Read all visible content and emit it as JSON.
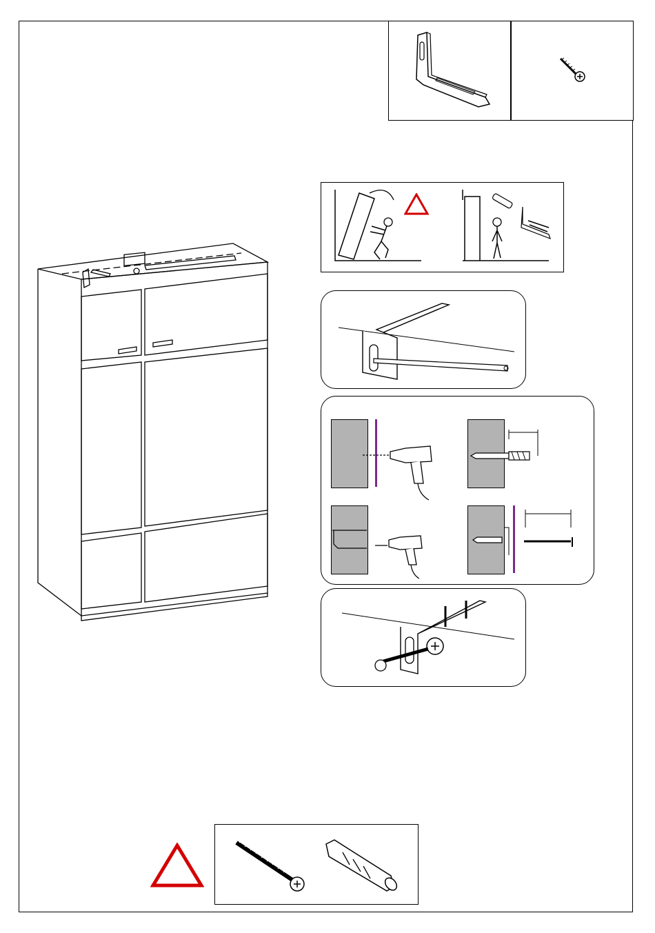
{
  "document": {
    "type": "assembly-instruction-page",
    "steps": [
      {
        "id": "parts",
        "icons": [
          "wall-bracket-icon",
          "wood-screw-icon"
        ]
      },
      {
        "id": "anti-tip-warning",
        "icons": [
          "tipping-cabinet-icon",
          "warning-triangle-icon",
          "person-wall-icon",
          "dowel-icon",
          "bracket-set-icon"
        ]
      },
      {
        "id": "mark-wall",
        "icons": [
          "bracket-on-wall-icon",
          "pencil-icon"
        ]
      },
      {
        "id": "drill-and-anchor",
        "icons": [
          "wall-section-icon",
          "power-drill-icon",
          "wall-plug-icon",
          "long-screw-icon"
        ]
      },
      {
        "id": "fix-bracket",
        "icons": [
          "bracket-fixed-icon",
          "screws-icon"
        ]
      }
    ],
    "footer": {
      "icons": [
        "warning-triangle-icon",
        "long-screw-icon",
        "wall-plug-icon"
      ]
    }
  },
  "colors": {
    "line": "#000000",
    "wall": "#b3b3b3",
    "panel_purple": "#7a2a8c",
    "warning_red": "#d40000"
  }
}
